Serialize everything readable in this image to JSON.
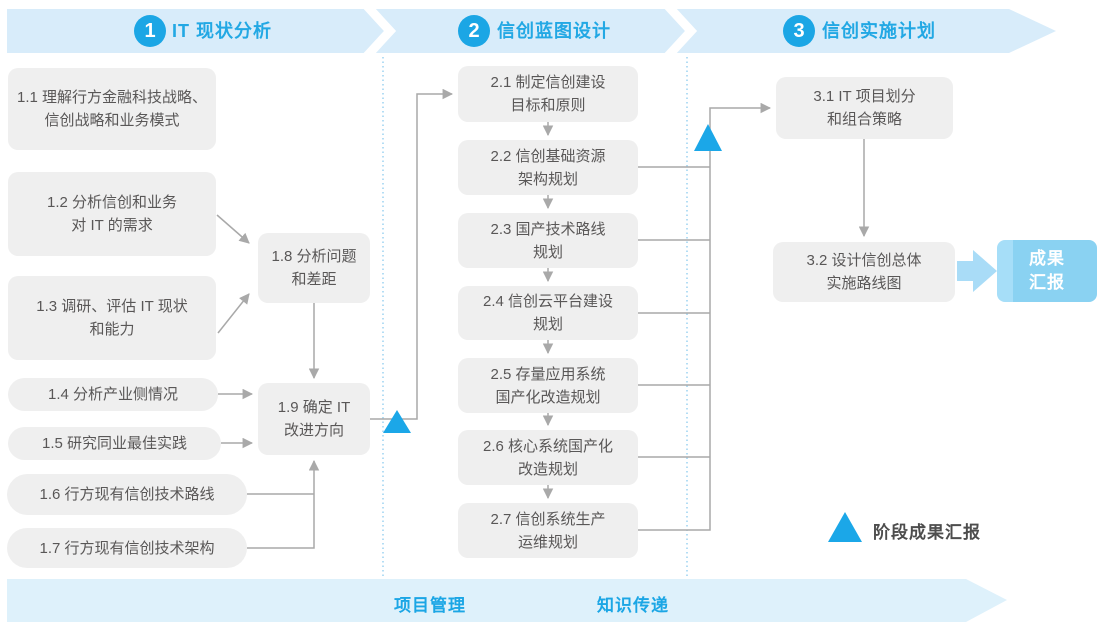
{
  "phases": [
    {
      "number": "1",
      "label": "IT 现状分析"
    },
    {
      "number": "2",
      "label": "信创蓝图设计"
    },
    {
      "number": "3",
      "label": "信创实施计划"
    }
  ],
  "steps": {
    "s1_1": "1.1 理解行方金融科技战略、\n信创战略和业务模式",
    "s1_2": "1.2 分析信创和业务\n对 IT 的需求",
    "s1_3": "1.3 调研、评估 IT 现状\n和能力",
    "s1_4": "1.4 分析产业侧情况",
    "s1_5": "1.5 研究同业最佳实践",
    "s1_6": "1.6 行方现有信创技术路线",
    "s1_7": "1.7 行方现有信创技术架构",
    "s1_8": "1.8 分析问题\n和差距",
    "s1_9": "1.9 确定 IT\n改进方向",
    "s2_1": "2.1 制定信创建设\n目标和原则",
    "s2_2": "2.2 信创基础资源\n架构规划",
    "s2_3": "2.3 国产技术路线\n规划",
    "s2_4": "2.4 信创云平台建设\n规划",
    "s2_5": "2.5 存量应用系统\n国产化改造规划",
    "s2_6": "2.6 核心系统国产化\n改造规划",
    "s2_7": "2.7 信创系统生产\n运维规划",
    "s3_1": "3.1 IT 项目划分\n和组合策略",
    "s3_2": "3.2 设计信创总体\n实施路线图"
  },
  "result_box": {
    "label": "成果\n汇报"
  },
  "legend": {
    "marker_icon": "blue-triangle",
    "label": "阶段成果汇报"
  },
  "bottom_bar": {
    "items": [
      "项目管理",
      "知识传递"
    ]
  },
  "colors": {
    "accent_blue": "#22A8E4",
    "band_blue": "#D8ECFA",
    "bottom_band_blue": "#DEF1FB",
    "marker_blue": "#1BA7E8",
    "result_box_blue": "#8AD2F2",
    "box_gray": "#EFEFEF",
    "text_gray": "#595757",
    "line_gray": "#A9A9A9"
  }
}
